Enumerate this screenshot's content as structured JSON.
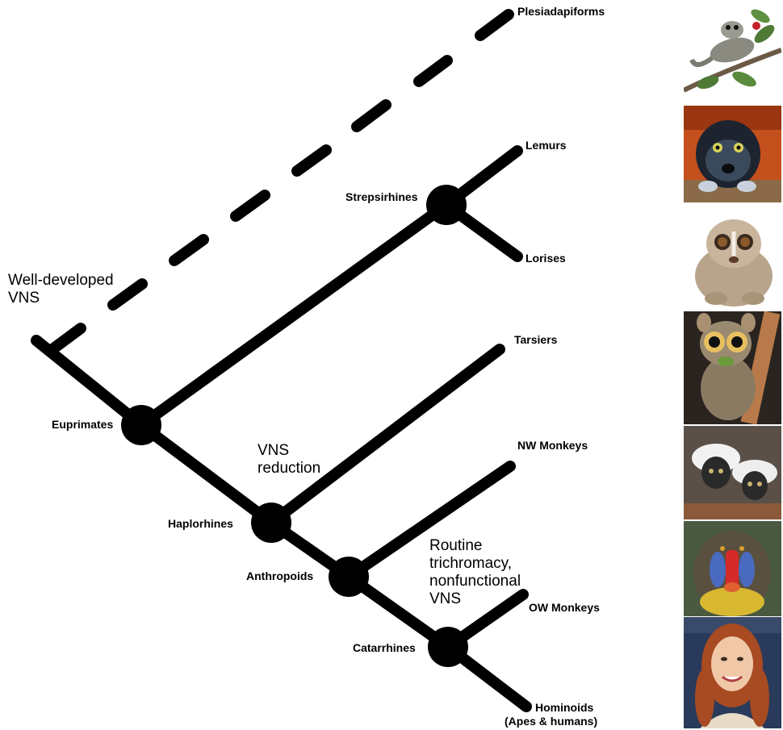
{
  "tips": {
    "plesiadapiforms": "Plesiadapiforms",
    "lemurs": "Lemurs",
    "lorises": "Lorises",
    "tarsiers": "Tarsiers",
    "nw_monkeys": "NW Monkeys",
    "ow_monkeys": "OW Monkeys",
    "hominoids": "Hominoids",
    "hominoids_sub": "(Apes & humans)"
  },
  "nodes": {
    "euprimates": "Euprimates",
    "strepsirhines": "Strepsirhines",
    "haplorhines": "Haplorhines",
    "anthropoids": "Anthropoids",
    "catarrhines": "Catarrhines"
  },
  "annotations": {
    "well_developed": [
      "Well-developed",
      "VNS"
    ],
    "vns_reduction": [
      "VNS",
      "reduction"
    ],
    "trichromacy": [
      "Routine",
      "trichromacy,",
      "nonfunctional",
      "VNS"
    ]
  },
  "photos": [
    {
      "name": "plesiadapiform-photo",
      "subject": "plesiadapiform"
    },
    {
      "name": "lemur-photo",
      "subject": "lemur"
    },
    {
      "name": "loris-photo",
      "subject": "loris"
    },
    {
      "name": "tarsier-photo",
      "subject": "tarsier"
    },
    {
      "name": "nw-monkey-photo",
      "subject": "nw-monkey"
    },
    {
      "name": "mandrill-photo",
      "subject": "mandrill"
    },
    {
      "name": "human-photo",
      "subject": "human"
    }
  ],
  "colors": {
    "branch": "#000000",
    "dash": "#000000"
  }
}
